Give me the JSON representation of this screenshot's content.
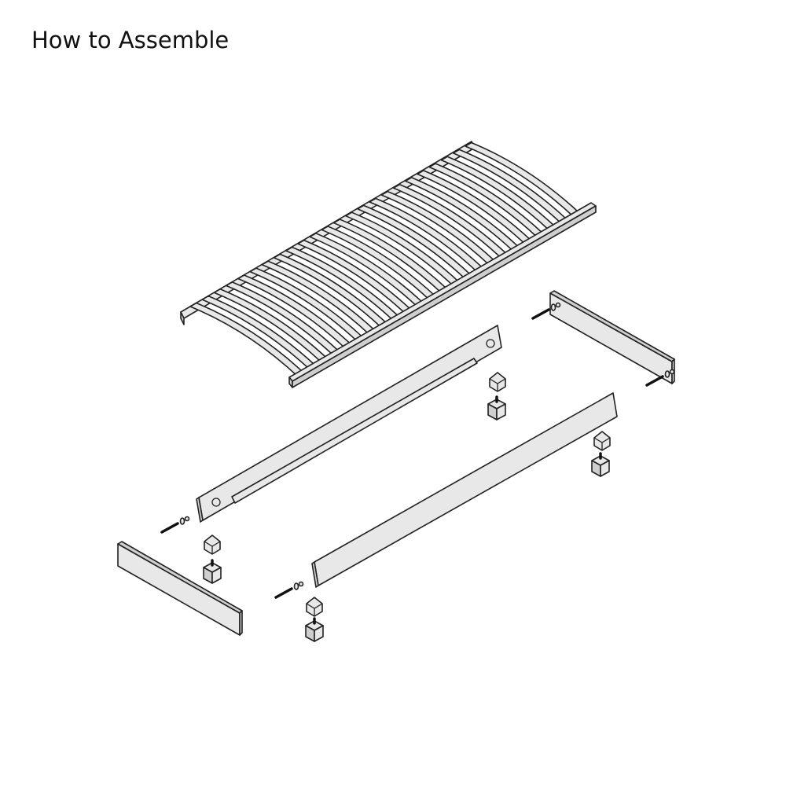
{
  "title": "How to Assemble",
  "colors": {
    "part_fill": "#e8e8e8",
    "part_shade": "#cfcfcf",
    "outline": "#222222"
  },
  "parts": [
    "slatted-frame",
    "side-rail-with-ledge",
    "side-rail",
    "headboard",
    "footboard",
    "corner-bracket",
    "leg",
    "bolt-with-washer"
  ]
}
